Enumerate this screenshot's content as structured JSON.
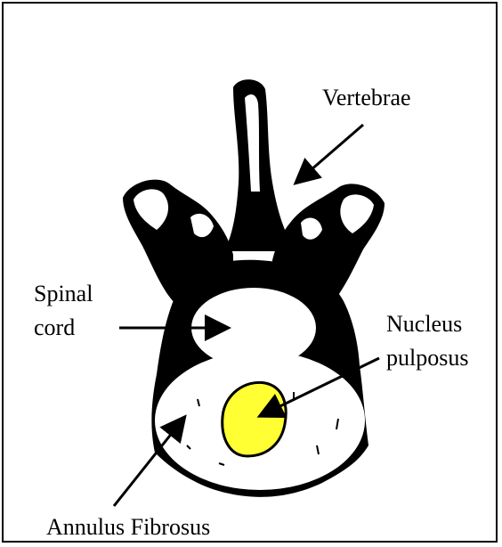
{
  "labels": {
    "vertebrae": "Vertebrae",
    "spinal_cord_line1": "Spinal",
    "spinal_cord_line2": "cord",
    "nucleus_line1": "Nucleus",
    "nucleus_line2": "pulposus",
    "annulus": "Annulus Fibrosus"
  },
  "colors": {
    "bone": "#000000",
    "nucleus": "#ffff33",
    "background": "#ffffff"
  }
}
